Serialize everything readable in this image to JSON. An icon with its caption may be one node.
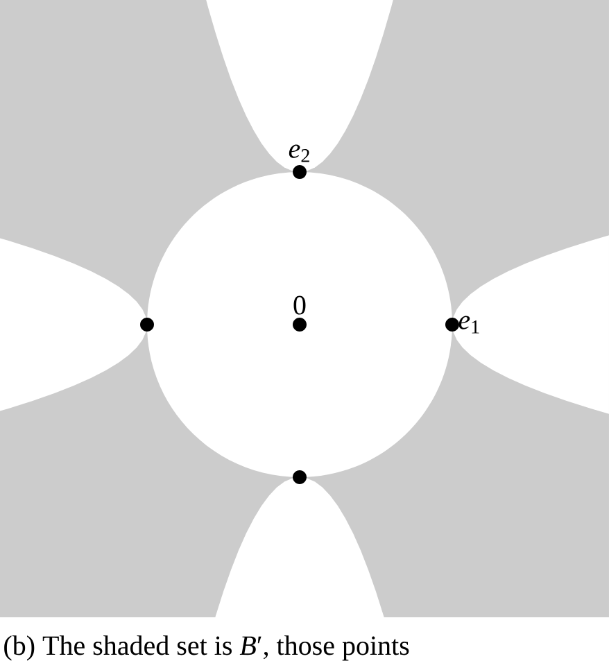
{
  "diagram": {
    "caption": "(b) The shaded set is *B*′, those points",
    "nodes": [
      {
        "text": [],
        "shape": "circle",
        "beside": [
          "*e*$_{2}$"
        ]
      },
      {
        "text": [],
        "shape": "circle"
      },
      {
        "text": [],
        "shape": "circle",
        "beside": [
          "0"
        ]
      },
      {
        "text": [],
        "shape": "circle",
        "beside": [
          "*e*$_{1}$"
        ]
      },
      {
        "text": [],
        "shape": "circle"
      }
    ]
  }
}
